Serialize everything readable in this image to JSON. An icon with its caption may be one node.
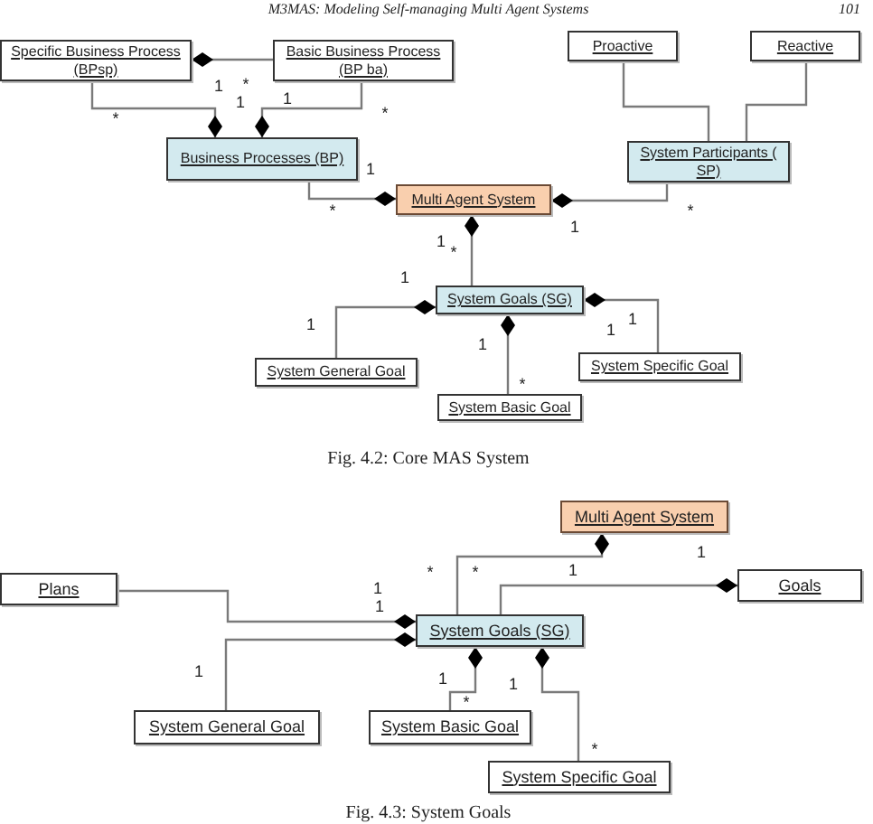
{
  "diagram": {
    "nodes": [
      {
        "text": [
          "Specific Business Process (BPsp)"
        ]
      },
      {
        "text": [
          "Basic Business Process (BP ba)"
        ]
      },
      {
        "text": [
          "Business Processes (BP)"
        ]
      },
      {
        "text": [
          "Multi Agent System"
        ]
      },
      {
        "text": [
          "System Participants ( SP)"
        ]
      },
      {
        "text": [
          "Proactive"
        ]
      },
      {
        "text": [
          "Reactive"
        ]
      },
      {
        "text": [
          "System Goals (SG)"
        ]
      },
      {
        "text": [
          "System General Goal"
        ]
      },
      {
        "text": [
          "System Basic Goal"
        ]
      },
      {
        "text": [
          "System Specific Goal"
        ]
      },
      {
        "text": [
          "Multi Agent System"
        ]
      },
      {
        "text": [
          "Goals"
        ]
      },
      {
        "text": [
          "System Goals (SG)"
        ]
      },
      {
        "text": [
          "Plans"
        ]
      },
      {
        "text": [
          "System General Goal"
        ]
      },
      {
        "text": [
          "System Basic Goal"
        ]
      },
      {
        "text": [
          "System Specific Goal"
        ]
      }
    ],
    "edges": [
      {
        "from": 0,
        "to": 1,
        "arrow": "other"
      },
      {
        "from": 2,
        "to": 0,
        "arrow": "other"
      },
      {
        "from": 2,
        "to": 1,
        "arrow": "other"
      },
      {
        "from": 3,
        "to": 2,
        "arrow": "other"
      },
      {
        "from": 3,
        "to": 4,
        "arrow": "other"
      },
      {
        "from": 5,
        "to": 4,
        "arrow": "none"
      },
      {
        "from": 6,
        "to": 4,
        "arrow": "none"
      },
      {
        "from": 3,
        "to": 7,
        "arrow": "other"
      },
      {
        "from": 7,
        "to": 8,
        "arrow": "other"
      },
      {
        "from": 7,
        "to": 9,
        "arrow": "other"
      },
      {
        "from": 7,
        "to": 10,
        "arrow": "other"
      },
      {
        "from": 11,
        "to": 13,
        "arrow": "other"
      },
      {
        "from": 12,
        "to": 13,
        "arrow": "other"
      },
      {
        "from": 13,
        "to": 14,
        "arrow": "other"
      },
      {
        "from": 13,
        "to": 15,
        "arrow": "other"
      },
      {
        "from": 13,
        "to": 16,
        "arrow": "other"
      },
      {
        "from": 13,
        "to": 17,
        "arrow": "other"
      }
    ],
    "labels": [
      "M3MAS: Modeling Self-managing Multi Agent Systems",
      "101",
      "1",
      "*",
      "1",
      "1",
      "*",
      "*",
      "1",
      "*",
      "*",
      "1",
      "1",
      "*",
      "1",
      "1",
      "1",
      "1",
      "1",
      "*",
      "Fig. 4.2: Core MAS System",
      "1",
      "*",
      "*",
      "1",
      "1",
      "1",
      "1",
      "1",
      "1",
      "*",
      "*",
      "Fig. 4.3: System Goals"
    ]
  }
}
